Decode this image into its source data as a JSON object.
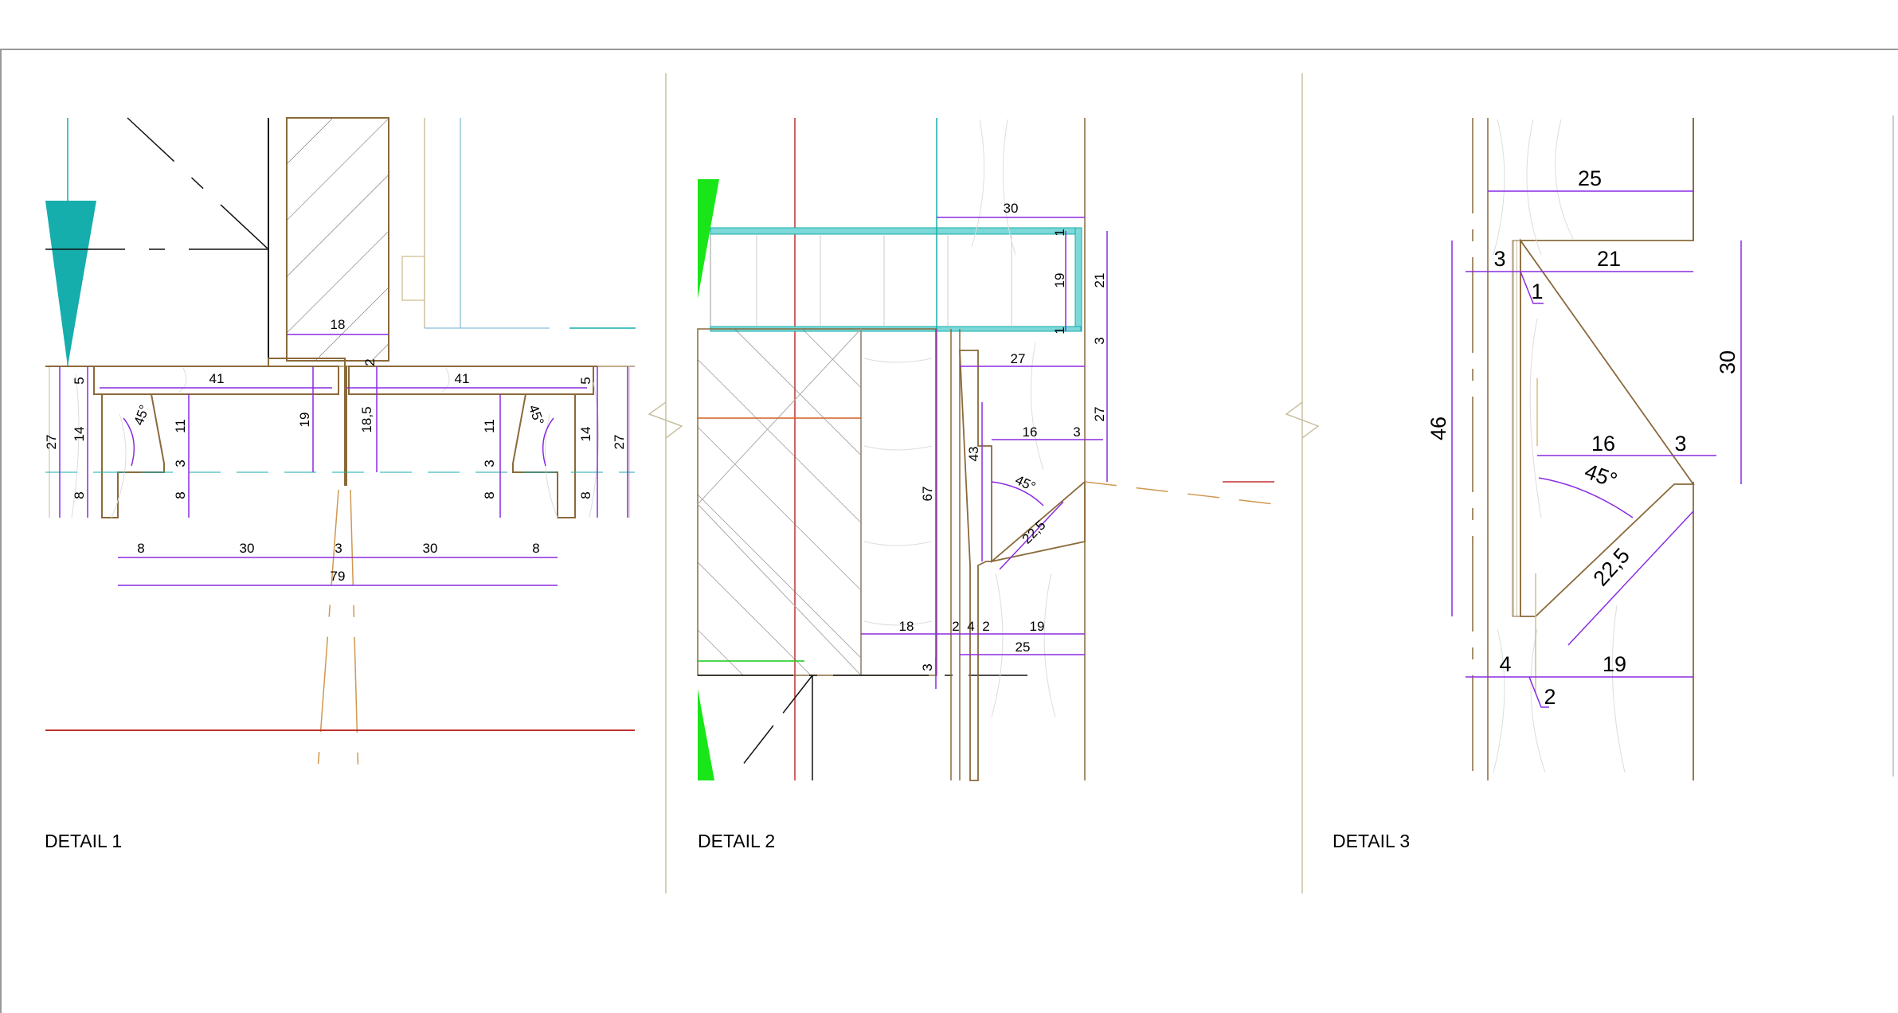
{
  "details": [
    {
      "label": "DETAIL 1"
    },
    {
      "label": "DETAIL 2"
    },
    {
      "label": "DETAIL 3"
    }
  ],
  "detail1_dims": {
    "top_gap": "18",
    "left_width": "41",
    "right_width": "41",
    "gap_2": "2",
    "top_l": "5",
    "top_r": "5",
    "h14_l": "14",
    "h14_r": "14",
    "h11_l": "11",
    "h11_r": "11",
    "h3_l": "3",
    "h3_r": "3",
    "h8_l1": "8",
    "h8_l2": "8",
    "h8_r1": "8",
    "h8_r2": "8",
    "h27_l": "27",
    "h27_r": "27",
    "h19": "19",
    "h18_5": "18,5",
    "angle_l": "45°",
    "angle_r": "45°",
    "b8_l": "8",
    "b30_l": "30",
    "b3": "3",
    "b30_r": "30",
    "b8_r": "8",
    "total": "79"
  },
  "detail2_dims": {
    "top30": "30",
    "d1a": "1",
    "d1b": "1",
    "v19": "19",
    "v21": "21",
    "v3": "3",
    "w27": "27",
    "v27": "27",
    "w16": "16",
    "w3": "3",
    "v43": "43",
    "v67": "67",
    "angle": "45°",
    "diag": "22,5",
    "b18": "18",
    "b2a": "2",
    "b4": "4",
    "b2b": "2",
    "b19": "19",
    "b25": "25",
    "v3b": "3"
  },
  "detail3_dims": {
    "w25": "25",
    "w3": "3",
    "w21": "21",
    "d1": "1",
    "v30": "30",
    "v46": "46",
    "w16": "16",
    "w3b": "3",
    "angle": "45°",
    "diag": "22,5",
    "b4": "4",
    "b19": "19",
    "d2": "2"
  }
}
